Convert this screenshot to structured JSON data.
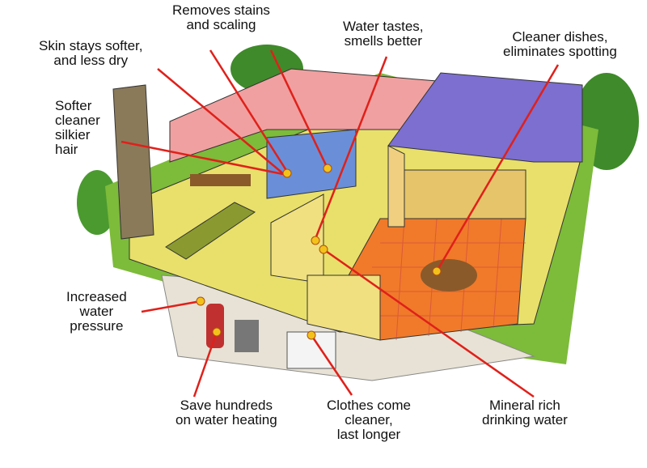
{
  "labels": {
    "stains": [
      "Removes stains",
      "and scaling"
    ],
    "skin": [
      "Skin stays softer,",
      "and less dry"
    ],
    "taste": [
      "Water tastes,",
      "smells better"
    ],
    "dishes": [
      "Cleaner dishes,",
      "eliminates spotting"
    ],
    "hair": [
      "Softer",
      "cleaner",
      "silkier",
      "hair"
    ],
    "pressure": [
      "Increased",
      "water",
      "pressure"
    ],
    "heating": [
      "Save hundreds",
      "on water heating"
    ],
    "clothes": [
      "Clothes come",
      "cleaner,",
      "last longer"
    ],
    "mineral": [
      "Mineral rich",
      "drinking water"
    ]
  },
  "colors": {
    "pointer": "#e0201a",
    "dot": "#f3c21a"
  }
}
